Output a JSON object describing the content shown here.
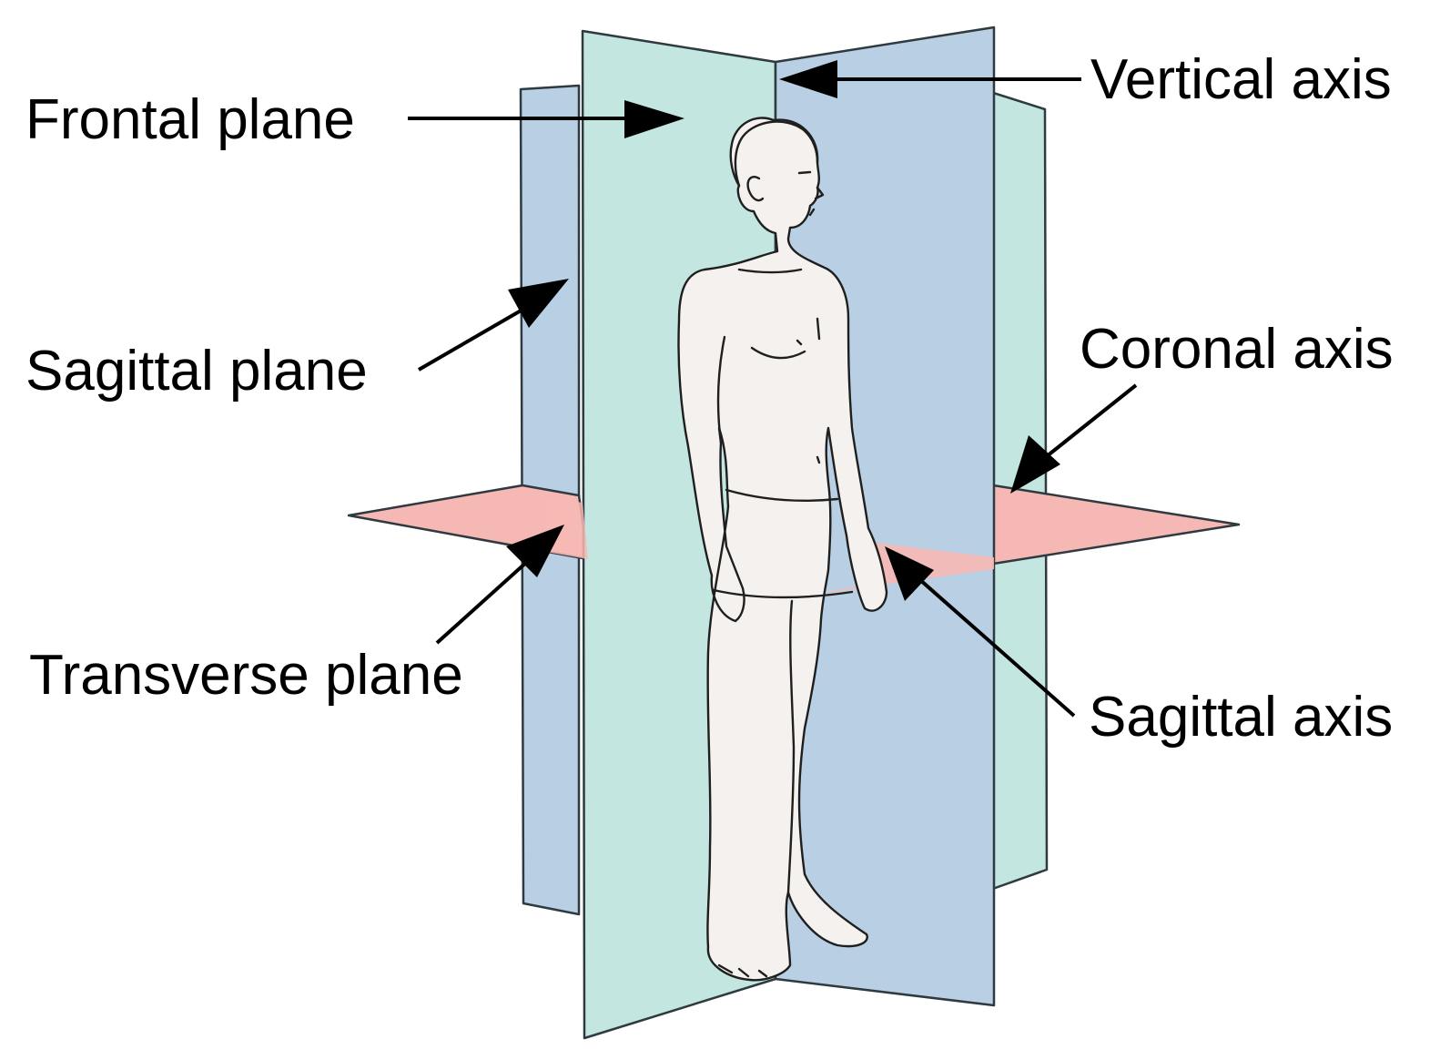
{
  "colors": {
    "frontal_plane": "#c4e6e0",
    "sagittal_plane": "#b9d0e4",
    "transverse_plane": "#f6b8b4",
    "figure_skin": "#f4f1ee",
    "outline": "#2e3a40",
    "label_text": "#000000"
  },
  "labels": {
    "frontal_plane": "Frontal plane",
    "vertical_axis": "Vertical axis",
    "sagittal_plane": "Sagittal plane",
    "coronal_axis": "Coronal axis",
    "transverse_plane": "Transverse plane",
    "sagittal_axis": "Sagittal axis"
  }
}
